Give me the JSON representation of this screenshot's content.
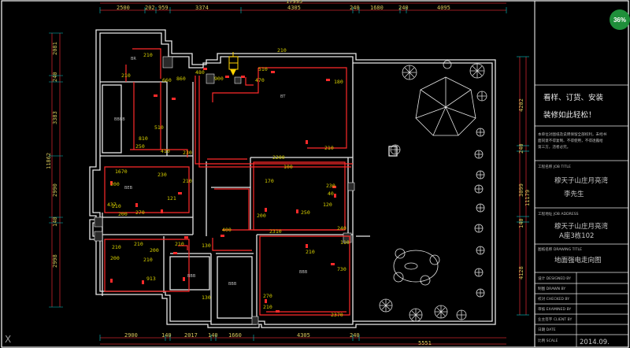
{
  "zoom": "36%",
  "corner_mark": "X",
  "top_dims": {
    "total": "17995",
    "segments": [
      "2500",
      "202",
      "959",
      "3374",
      "4305",
      "240",
      "1680",
      "240",
      "4095"
    ]
  },
  "bottom_dims": {
    "total": "5551",
    "segments": [
      "2900",
      "140",
      "2017",
      "140",
      "1660",
      "4305",
      "240"
    ]
  },
  "left_dims": {
    "total": "11862",
    "segments": [
      "2081",
      "240",
      "3383",
      "2990",
      "140",
      "2998"
    ]
  },
  "right_dims": {
    "total": "11179",
    "segments": [
      "4202",
      "240",
      "3099",
      "140",
      "4128"
    ]
  },
  "point_labels": [
    "210",
    "660",
    "860",
    "900",
    "480",
    "510",
    "470",
    "210",
    "180",
    "210",
    "810",
    "250",
    "410",
    "510",
    "230",
    "1670",
    "230",
    "200",
    "2200",
    "210",
    "100",
    "170",
    "230",
    "40",
    "120",
    "210",
    "121",
    "270",
    "210",
    "200",
    "437",
    "2310",
    "250",
    "240",
    "210",
    "200",
    "913",
    "210",
    "210",
    "130",
    "400",
    "210",
    "110",
    "730",
    "270",
    "210",
    "2370",
    "210",
    "200",
    "130",
    "200"
  ],
  "title_block": {
    "advert_line1": "看样、订货、安装",
    "advert_line2": "装修如此轻松！",
    "company_note_1": "本单位对图纸及说明保留全部权利，未经书",
    "company_note_2": "面同意不得复制、不得使用，不得透露给",
    "company_note_3": "第三方，违者必究。",
    "project_label": "工程名称 JOB TITLE",
    "project_name": "穆天子山庄月亮湾",
    "client_name": "李先生",
    "location_label": "工程地址 JOB ADDRESS",
    "location_line1": "穆天子山庄月亮湾",
    "location_line2": "A座3栋102",
    "drawing_label": "图纸名称 DRAWING TITLE",
    "drawing_name": "地面强电走向图",
    "sign_rows": [
      "设计 DESIGNED BY",
      "制图 DRAWN BY",
      "校对 CHECKED BY",
      "审核 EXAMINED BY",
      "业主签字 CLIENT BY",
      "日期 DATE",
      "比例 SCALE"
    ],
    "date": "2014.09."
  },
  "room_tags": [
    "BR",
    "BT",
    "BBBB",
    "BEB",
    "BBB",
    "BBB",
    "BBB"
  ]
}
